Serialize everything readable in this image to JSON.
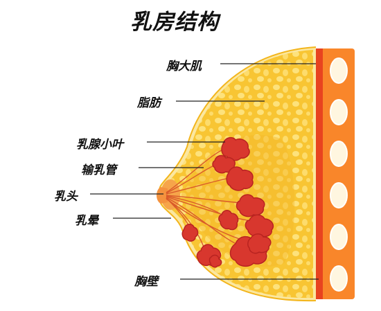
{
  "title": "乳房结构",
  "labels": {
    "pectoralis_major": "胸大肌",
    "fat": "脂肪",
    "lobules": "乳腺小叶",
    "ducts": "输乳管",
    "nipple": "乳头",
    "areola": "乳晕",
    "chest_wall": "胸壁"
  },
  "colors": {
    "fat_fill": "#f7c531",
    "fat_light": "#fde07a",
    "fat_outline": "#f3b51b",
    "muscle_red": "#e8431f",
    "chest_orange": "#f9862a",
    "rib_fill": "#fff6e0",
    "lobule_red": "#d8372e",
    "lobule_dark": "#b82320",
    "duct_line": "#d95a2a",
    "leader_line": "#222222"
  }
}
